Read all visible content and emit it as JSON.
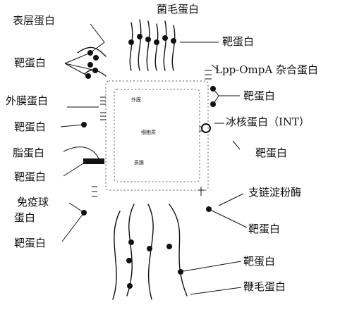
{
  "labels": {
    "surface_protein": "表层蛋白",
    "pili_protein": "菌毛蛋白",
    "target_1": "靶蛋白",
    "target_2": "靶蛋白",
    "lpp_ompa": "Lpp-OmpA 杂合蛋白",
    "target_3": "靶蛋白",
    "outer_membrane_protein": "外膜蛋白",
    "ice_nucleation_protein": "冰核蛋白（INT）",
    "target_4": "靶蛋白",
    "target_5": "靶蛋白",
    "lipoprotein": "脂蛋白",
    "target_6": "靶蛋白",
    "immunoglobulin_1": "免疫球",
    "immunoglobulin_2": "蛋白",
    "amylase": "支链淀粉酶",
    "target_7": "靶蛋白",
    "target_8": "靶蛋白",
    "target_9": "靶蛋白",
    "flagellin": "鞭毛蛋白"
  },
  "cell": {
    "outer_membrane": "外膜",
    "periplasm": "细胞质",
    "inner_membrane": "质膜"
  },
  "colors": {
    "ink": "#111111",
    "background": "#ffffff"
  }
}
